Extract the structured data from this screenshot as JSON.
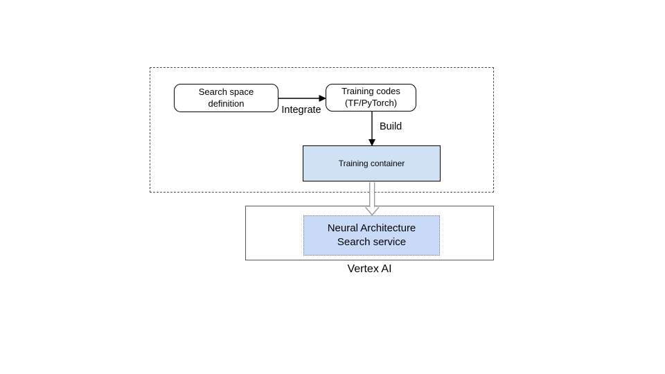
{
  "diagram": {
    "boxes": {
      "search_space": {
        "lines": [
          "Search space",
          "definition"
        ]
      },
      "training_codes": {
        "lines": [
          "Training codes",
          "(TF/PyTorch)"
        ]
      },
      "training_container": {
        "label": "Training container"
      },
      "nas_service": {
        "lines": [
          "Neural Architecture",
          "Search service"
        ]
      }
    },
    "arrow_labels": {
      "integrate": "Integrate",
      "build": "Build"
    },
    "vertex_ai_label": "Vertex AI",
    "colors": {
      "training_container_fill": "#cfe2f3",
      "nas_service_fill": "#c9daf8",
      "nas_service_border": "#7f7f7f",
      "group_dashed_border": "#4d4d4d",
      "vertex_ai_border": "#595959",
      "solid_arrow": "#000000",
      "hollow_arrow": "#999999"
    }
  }
}
